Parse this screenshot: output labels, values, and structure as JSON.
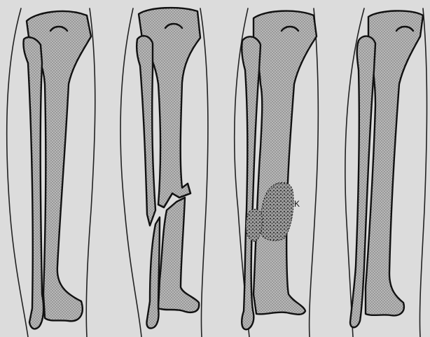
{
  "figure": {
    "panels": [
      {
        "name": "normal-leg"
      },
      {
        "name": "fractured-leg"
      },
      {
        "name": "healing-leg-with-callus",
        "callus_label": "K"
      },
      {
        "name": "healed-leg"
      }
    ],
    "colors": {
      "background": "#dcdcdc",
      "outline": "#111111",
      "bone_fill": "#b8b8b8",
      "stipple": "#6a6a6a",
      "callus_fill": "#9a9a9a"
    }
  }
}
